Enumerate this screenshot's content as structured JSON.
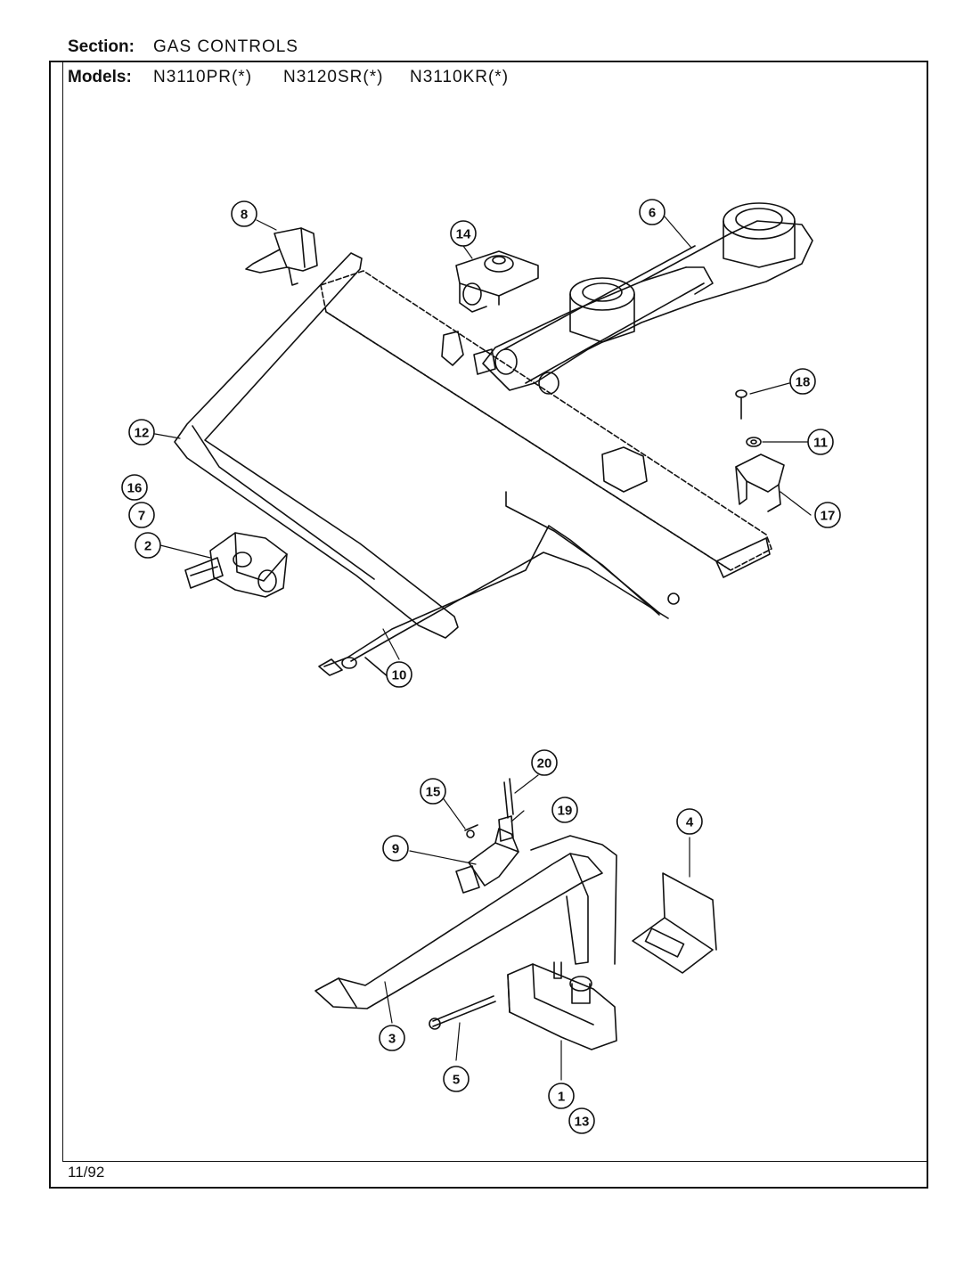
{
  "header": {
    "section_label": "Section:",
    "section_value": "GAS CONTROLS",
    "models_label": "Models:",
    "models": [
      "N3110PR(*)",
      "N3120SR(*)",
      "N3110KR(*)"
    ]
  },
  "footer": {
    "date": "11/92"
  },
  "callouts": [
    "1",
    "2",
    "3",
    "4",
    "5",
    "6",
    "7",
    "8",
    "9",
    "10",
    "11",
    "12",
    "13",
    "14",
    "15",
    "16",
    "17",
    "18",
    "19",
    "20"
  ],
  "colors": {
    "ink": "#111111",
    "paper": "#ffffff"
  }
}
